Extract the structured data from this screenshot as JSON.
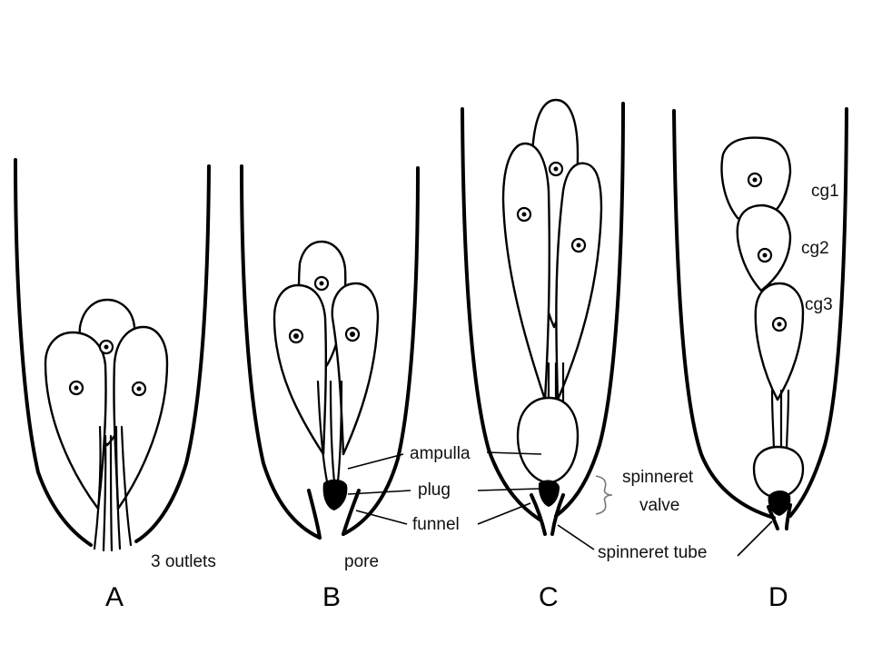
{
  "figure": {
    "panels": [
      "A",
      "B",
      "C",
      "D"
    ],
    "labels": {
      "outlets": "3 outlets",
      "pore": "pore",
      "ampulla": "ampulla",
      "plug": "plug",
      "funnel": "funnel",
      "spinneret_valve_line1": "spinneret",
      "spinneret_valve_line2": "valve",
      "spinneret_tube": "spinneret tube",
      "cg1": "cg1",
      "cg2": "cg2",
      "cg3": "cg3"
    }
  }
}
